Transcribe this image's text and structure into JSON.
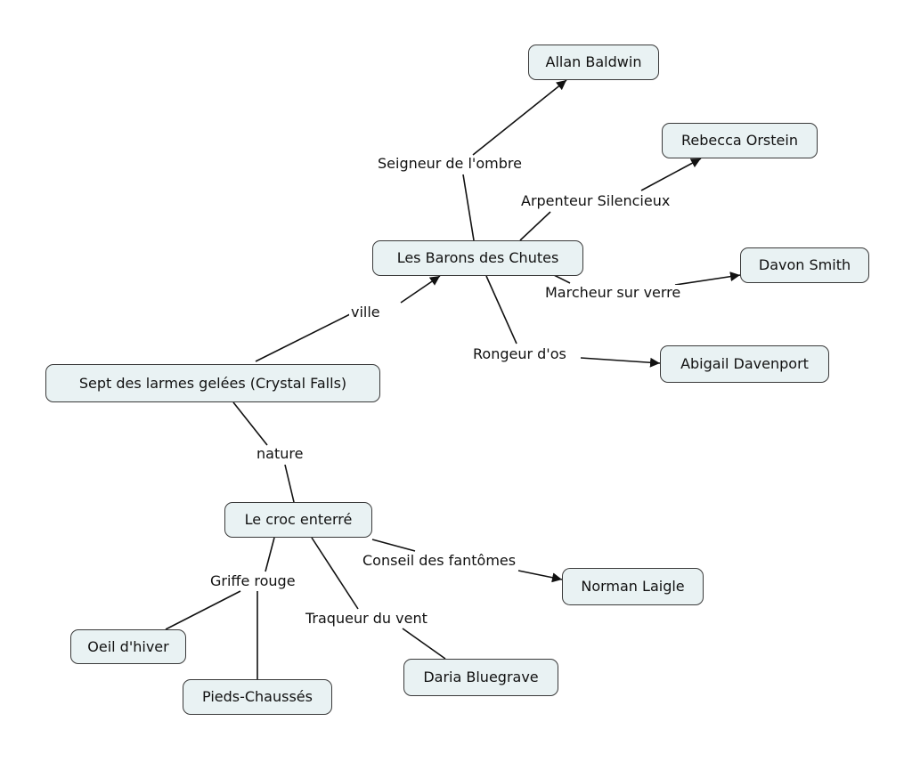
{
  "nodes": {
    "crystal_falls": "Sept des larmes gelées (Crystal Falls)",
    "barons": "Les Barons des Chutes",
    "croc": "Le croc enterré",
    "allan": "Allan Baldwin",
    "rebecca": "Rebecca Orstein",
    "davon": "Davon Smith",
    "abigail": "Abigail Davenport",
    "norman": "Norman Laigle",
    "daria": "Daria Bluegrave",
    "oeil": "Oeil d'hiver",
    "pieds": "Pieds-Chaussés"
  },
  "links": {
    "ville": "ville",
    "nature": "nature",
    "seigneur": "Seigneur de l'ombre",
    "arpenteur": "Arpenteur Silencieux",
    "marcheur": "Marcheur sur verre",
    "rongeur": "Rongeur d'os",
    "conseil": "Conseil des fantômes",
    "traqueur": "Traqueur du vent",
    "griffe": "Griffe rouge"
  }
}
